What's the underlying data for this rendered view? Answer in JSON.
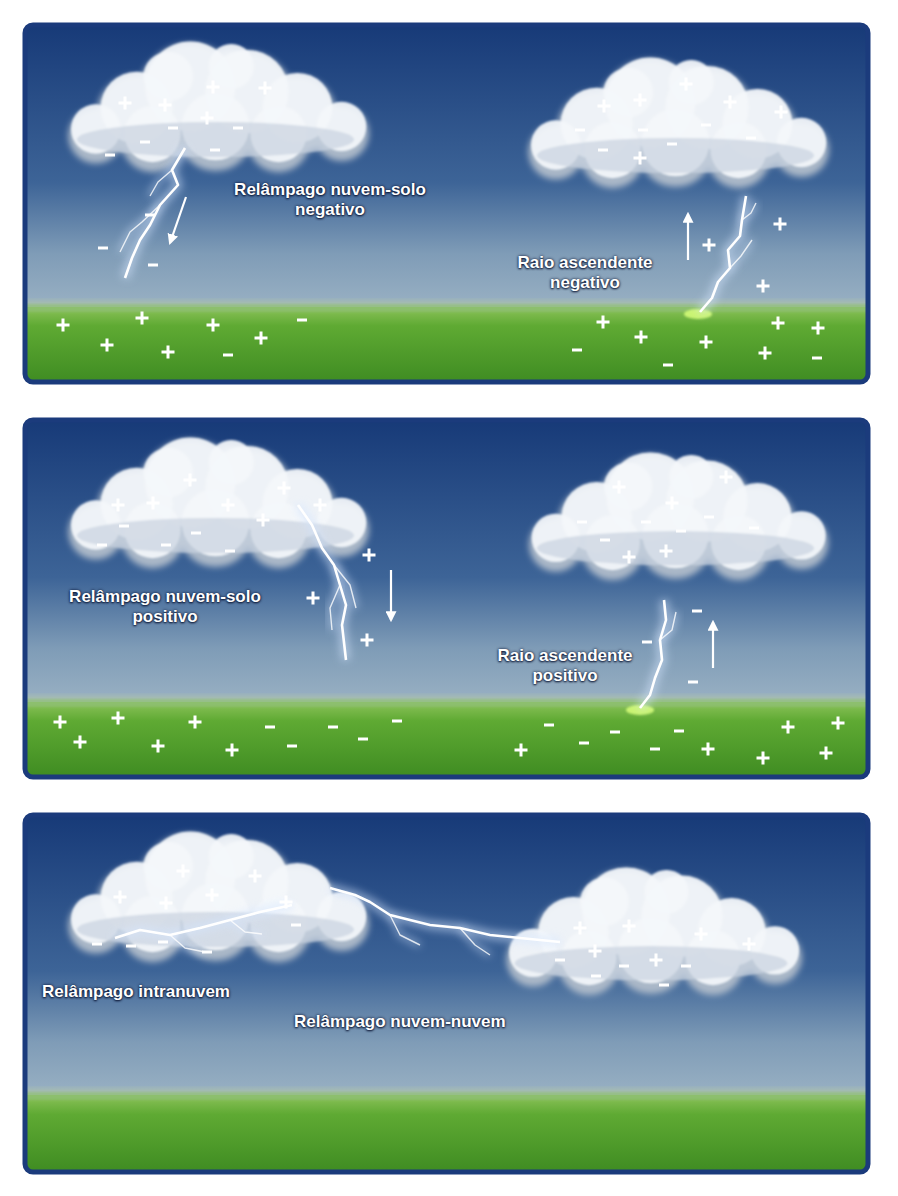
{
  "diagram": {
    "labels": [
      "Relâmpago nuvem-solo negativo",
      "Raio ascendente negativo",
      "Relâmpago nuvem-solo positivo",
      "Raio ascendente positivo",
      "Relâmpago intranuvem",
      "Relâmpago nuvem-nuvem"
    ]
  }
}
